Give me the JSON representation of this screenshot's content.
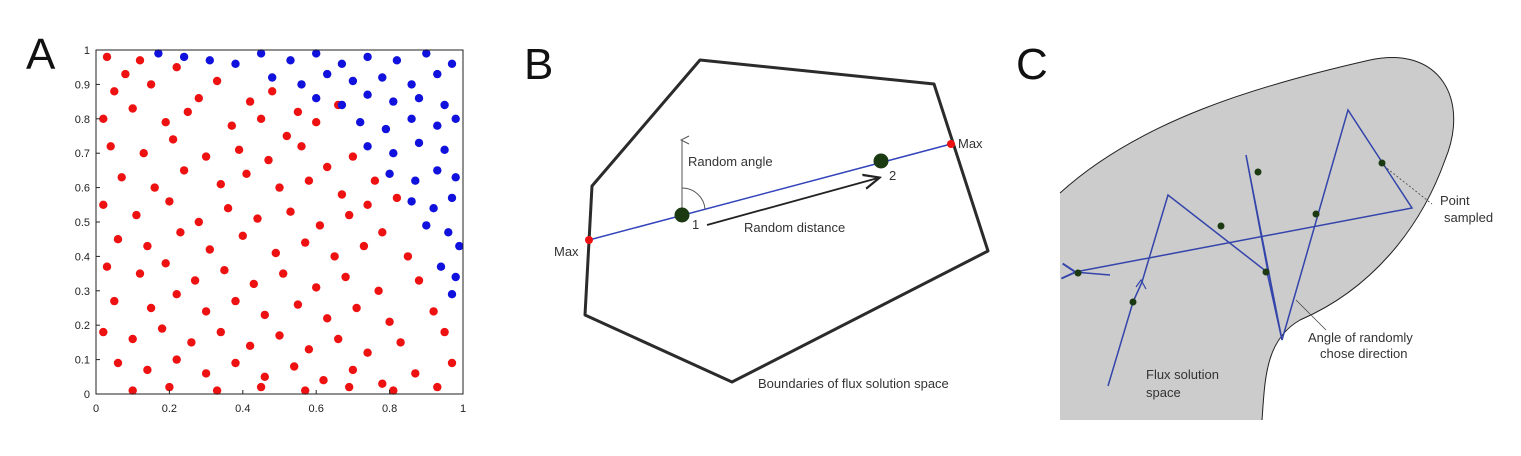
{
  "panels": {
    "a": {
      "letter": "A"
    },
    "b": {
      "letter": "B",
      "labels": {
        "random_angle": "Random angle",
        "random_distance": "Random distance",
        "max_left": "Max",
        "max_right": "Max",
        "point_1": "1",
        "point_2": "2",
        "boundary": "Boundaries of flux solution space"
      }
    },
    "c": {
      "letter": "C",
      "labels": {
        "point_sampled": [
          "Point",
          "sampled"
        ],
        "angle": [
          "Angle of randomly",
          "chose direction"
        ],
        "flux_space": [
          "Flux  solution",
          "space"
        ]
      }
    }
  },
  "colors": {
    "red": "#ee1111",
    "blue": "#1111dd",
    "line_blue": "#3344aa",
    "dark_point": "#1b3a12",
    "gray_fill": "#cccccc"
  },
  "chart_data": {
    "type": "scatter",
    "xlim": [
      0,
      1
    ],
    "ylim": [
      0,
      1
    ],
    "x_ticks": [
      "0",
      "0.2",
      "0.4",
      "0.6",
      "0.8",
      "1"
    ],
    "y_ticks": [
      "0",
      "0.1",
      "0.2",
      "0.3",
      "0.4",
      "0.5",
      "0.6",
      "0.7",
      "0.8",
      "0.9",
      "1"
    ],
    "legend": "none",
    "grid": false,
    "series": [
      {
        "color": "red",
        "points": [
          [
            0.03,
            0.98
          ],
          [
            0.08,
            0.93
          ],
          [
            0.12,
            0.97
          ],
          [
            0.22,
            0.95
          ],
          [
            0.05,
            0.88
          ],
          [
            0.15,
            0.9
          ],
          [
            0.28,
            0.86
          ],
          [
            0.33,
            0.91
          ],
          [
            0.42,
            0.85
          ],
          [
            0.48,
            0.88
          ],
          [
            0.02,
            0.8
          ],
          [
            0.1,
            0.83
          ],
          [
            0.19,
            0.79
          ],
          [
            0.25,
            0.82
          ],
          [
            0.37,
            0.78
          ],
          [
            0.45,
            0.8
          ],
          [
            0.55,
            0.82
          ],
          [
            0.6,
            0.79
          ],
          [
            0.66,
            0.84
          ],
          [
            0.52,
            0.75
          ],
          [
            0.04,
            0.72
          ],
          [
            0.13,
            0.7
          ],
          [
            0.21,
            0.74
          ],
          [
            0.3,
            0.69
          ],
          [
            0.39,
            0.71
          ],
          [
            0.47,
            0.68
          ],
          [
            0.56,
            0.72
          ],
          [
            0.63,
            0.66
          ],
          [
            0.7,
            0.69
          ],
          [
            0.76,
            0.62
          ],
          [
            0.07,
            0.63
          ],
          [
            0.16,
            0.6
          ],
          [
            0.24,
            0.65
          ],
          [
            0.34,
            0.61
          ],
          [
            0.41,
            0.64
          ],
          [
            0.5,
            0.6
          ],
          [
            0.58,
            0.62
          ],
          [
            0.67,
            0.58
          ],
          [
            0.74,
            0.55
          ],
          [
            0.82,
            0.57
          ],
          [
            0.02,
            0.55
          ],
          [
            0.11,
            0.52
          ],
          [
            0.2,
            0.56
          ],
          [
            0.28,
            0.5
          ],
          [
            0.36,
            0.54
          ],
          [
            0.44,
            0.51
          ],
          [
            0.53,
            0.53
          ],
          [
            0.61,
            0.49
          ],
          [
            0.69,
            0.52
          ],
          [
            0.78,
            0.47
          ],
          [
            0.06,
            0.45
          ],
          [
            0.14,
            0.43
          ],
          [
            0.23,
            0.47
          ],
          [
            0.31,
            0.42
          ],
          [
            0.4,
            0.46
          ],
          [
            0.49,
            0.41
          ],
          [
            0.57,
            0.44
          ],
          [
            0.65,
            0.4
          ],
          [
            0.73,
            0.43
          ],
          [
            0.85,
            0.4
          ],
          [
            0.03,
            0.37
          ],
          [
            0.12,
            0.35
          ],
          [
            0.19,
            0.38
          ],
          [
            0.27,
            0.33
          ],
          [
            0.35,
            0.36
          ],
          [
            0.43,
            0.32
          ],
          [
            0.51,
            0.35
          ],
          [
            0.6,
            0.31
          ],
          [
            0.68,
            0.34
          ],
          [
            0.77,
            0.3
          ],
          [
            0.88,
            0.33
          ],
          [
            0.05,
            0.27
          ],
          [
            0.15,
            0.25
          ],
          [
            0.22,
            0.29
          ],
          [
            0.3,
            0.24
          ],
          [
            0.38,
            0.27
          ],
          [
            0.46,
            0.23
          ],
          [
            0.55,
            0.26
          ],
          [
            0.63,
            0.22
          ],
          [
            0.71,
            0.25
          ],
          [
            0.8,
            0.21
          ],
          [
            0.92,
            0.24
          ],
          [
            0.02,
            0.18
          ],
          [
            0.1,
            0.16
          ],
          [
            0.18,
            0.19
          ],
          [
            0.26,
            0.15
          ],
          [
            0.34,
            0.18
          ],
          [
            0.42,
            0.14
          ],
          [
            0.5,
            0.17
          ],
          [
            0.58,
            0.13
          ],
          [
            0.66,
            0.16
          ],
          [
            0.74,
            0.12
          ],
          [
            0.83,
            0.15
          ],
          [
            0.95,
            0.18
          ],
          [
            0.06,
            0.09
          ],
          [
            0.14,
            0.07
          ],
          [
            0.22,
            0.1
          ],
          [
            0.3,
            0.06
          ],
          [
            0.38,
            0.09
          ],
          [
            0.46,
            0.05
          ],
          [
            0.54,
            0.08
          ],
          [
            0.62,
            0.04
          ],
          [
            0.7,
            0.07
          ],
          [
            0.78,
            0.03
          ],
          [
            0.87,
            0.06
          ],
          [
            0.97,
            0.09
          ],
          [
            0.1,
            0.01
          ],
          [
            0.2,
            0.02
          ],
          [
            0.33,
            0.01
          ],
          [
            0.45,
            0.02
          ],
          [
            0.57,
            0.01
          ],
          [
            0.69,
            0.02
          ],
          [
            0.81,
            0.01
          ],
          [
            0.93,
            0.02
          ]
        ]
      },
      {
        "color": "blue",
        "points": [
          [
            0.17,
            0.99
          ],
          [
            0.24,
            0.98
          ],
          [
            0.31,
            0.97
          ],
          [
            0.38,
            0.96
          ],
          [
            0.45,
            0.99
          ],
          [
            0.53,
            0.97
          ],
          [
            0.6,
            0.99
          ],
          [
            0.67,
            0.96
          ],
          [
            0.74,
            0.98
          ],
          [
            0.82,
            0.97
          ],
          [
            0.9,
            0.99
          ],
          [
            0.97,
            0.96
          ],
          [
            0.48,
            0.92
          ],
          [
            0.56,
            0.9
          ],
          [
            0.63,
            0.93
          ],
          [
            0.7,
            0.91
          ],
          [
            0.78,
            0.92
          ],
          [
            0.86,
            0.9
          ],
          [
            0.93,
            0.93
          ],
          [
            0.6,
            0.86
          ],
          [
            0.67,
            0.84
          ],
          [
            0.74,
            0.87
          ],
          [
            0.81,
            0.85
          ],
          [
            0.88,
            0.86
          ],
          [
            0.95,
            0.84
          ],
          [
            0.72,
            0.79
          ],
          [
            0.79,
            0.77
          ],
          [
            0.86,
            0.8
          ],
          [
            0.93,
            0.78
          ],
          [
            0.98,
            0.8
          ],
          [
            0.74,
            0.72
          ],
          [
            0.81,
            0.7
          ],
          [
            0.88,
            0.73
          ],
          [
            0.95,
            0.71
          ],
          [
            0.8,
            0.64
          ],
          [
            0.87,
            0.62
          ],
          [
            0.93,
            0.65
          ],
          [
            0.98,
            0.63
          ],
          [
            0.86,
            0.56
          ],
          [
            0.92,
            0.54
          ],
          [
            0.97,
            0.57
          ],
          [
            0.9,
            0.49
          ],
          [
            0.96,
            0.47
          ],
          [
            0.99,
            0.43
          ],
          [
            0.94,
            0.37
          ],
          [
            0.98,
            0.34
          ],
          [
            0.97,
            0.29
          ]
        ]
      }
    ]
  }
}
